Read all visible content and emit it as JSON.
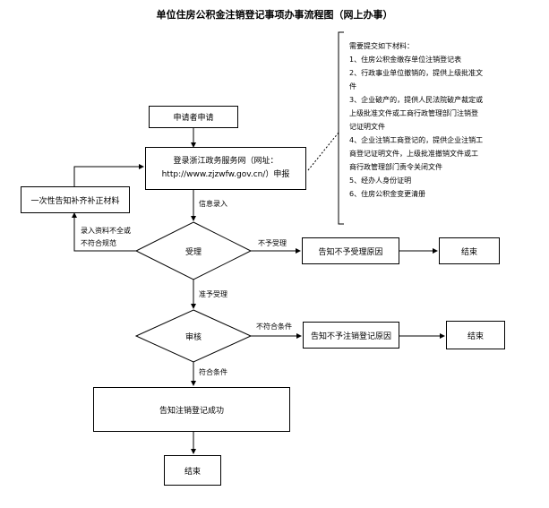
{
  "title": "单位住房公积金注销登记事项办事流程图（网上办事）",
  "materials": {
    "heading": "需要提交如下材料：",
    "items": [
      "1、住房公积金缴存单位注销登记表",
      "2、行政事业单位撤销的，提供上级批准文",
      "件",
      "3、企业破产的，提供人民法院破产裁定或",
      "上级批准文件或工商行政管理部门注销登",
      "记证明文件",
      "4、企业注销工商登记的，提供企业注销工",
      "商登记证明文件，上级批准撤销文件或工",
      "商行政管理部门责令关闭文件",
      "5、经办人身份证明",
      "6、住房公积金变更清册"
    ]
  },
  "nodes": {
    "applicant": "申请者申请",
    "login_line1": "登录浙江政务服务网（网址：",
    "login_line2": "http://www.zjzwfw.gov.cn/）申报",
    "supplement": "一次性告知补齐补正材料",
    "accept": "受理",
    "review": "审核",
    "notify_reject": "告知不予受理原因",
    "notify_no_cancel": "告知不予注销登记原因",
    "end1": "结束",
    "end2": "结束",
    "success": "告知注销登记成功",
    "end3": "结束"
  },
  "edge_labels": {
    "info_entry": "信息录入",
    "incomplete_line1": "录入资料不全或",
    "incomplete_line2": "不符合规范",
    "not_accept": "不予受理",
    "accept_ok": "准予受理",
    "not_conform": "不符合条件",
    "conform": "符合条件"
  }
}
